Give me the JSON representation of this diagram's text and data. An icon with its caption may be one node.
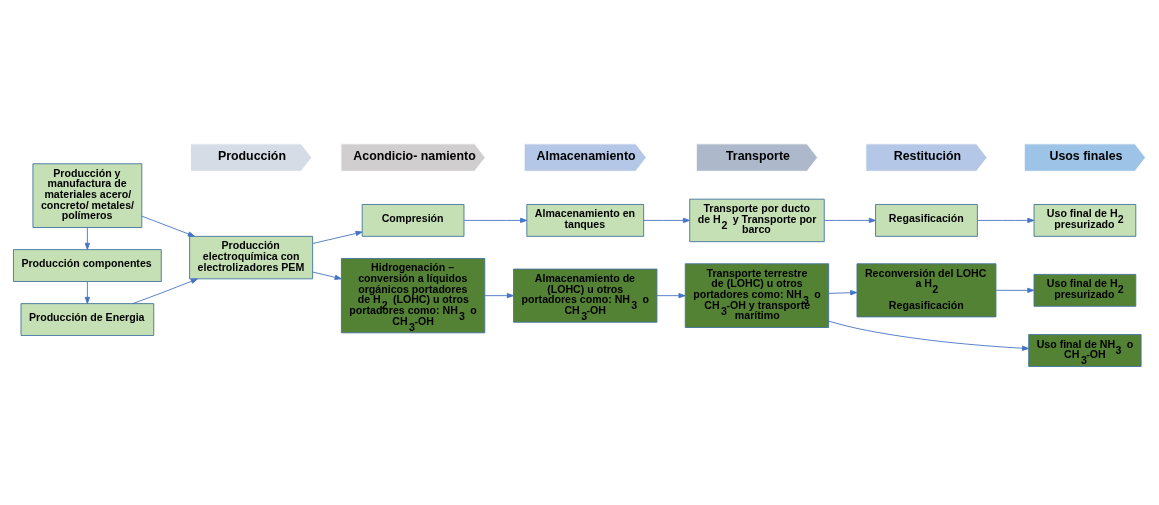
{
  "diagram": {
    "nodes": [
      {
        "text": [
          "Producción"
        ]
      },
      {
        "text": [
          "Acondicio- namiento"
        ]
      },
      {
        "text": [
          "Almacenamiento"
        ]
      },
      {
        "text": [
          "Transporte"
        ]
      },
      {
        "text": [
          "Restitución"
        ]
      },
      {
        "text": [
          "Usos finales"
        ]
      },
      {
        "text": [
          "Producción y manufactura de materiales acero/ concreto/ metales/ polímeros"
        ]
      },
      {
        "text": [
          "Producción componentes"
        ]
      },
      {
        "text": [
          "Producción de Energia"
        ]
      },
      {
        "text": [
          "Producción electroquímica con electrolizadores PEM"
        ]
      },
      {
        "text": [
          "Compresión"
        ]
      },
      {
        "text": [
          "Almacenamiento en tanques"
        ]
      },
      {
        "text": [
          "Transporte por ducto de H$_{2}$ y Transporte por barco"
        ]
      },
      {
        "text": [
          "Regasificación"
        ]
      },
      {
        "text": [
          "Uso final de H$_{2}$ presurizado"
        ]
      },
      {
        "text": [
          "Hidrogenación – conversión a líquidos orgánicos portadores de H$_{2}$ (LOHC) u otros portadores como: NH$_{3}$ o CH$_{3}$-OH"
        ]
      },
      {
        "text": [
          "Almacenamiento de (LOHC) u otros portadores como: NH$_{3}$ o CH$_{3}$-OH"
        ]
      },
      {
        "text": [
          "Transporte terrestre de (LOHC) u otros portadores como: NH$_{3}$ o CH$_{3}$-OH y transporte marítimo"
        ]
      },
      {
        "text": [
          "Reconversión del LOHC a H$_{2}$",
          "Regasificación"
        ]
      },
      {
        "text": [
          "Uso final de H$_{2}$ presurizado"
        ]
      },
      {
        "text": [
          "Uso final de NH$_{3}$ o CH$_{3}$-OH"
        ]
      }
    ],
    "edges": [
      {
        "from": 6,
        "to": 7,
        "arrow": "to"
      },
      {
        "from": 7,
        "to": 8,
        "arrow": "to"
      },
      {
        "from": 6,
        "to": 9,
        "arrow": "to"
      },
      {
        "from": 8,
        "to": 9,
        "arrow": "to"
      },
      {
        "from": 9,
        "to": 10,
        "arrow": "to"
      },
      {
        "from": 10,
        "to": 11,
        "arrow": "to"
      },
      {
        "from": 11,
        "to": 12,
        "arrow": "to"
      },
      {
        "from": 12,
        "to": 13,
        "arrow": "to"
      },
      {
        "from": 13,
        "to": 14,
        "arrow": "to"
      },
      {
        "from": 9,
        "to": 15,
        "arrow": "to"
      },
      {
        "from": 15,
        "to": 16,
        "arrow": "to"
      },
      {
        "from": 16,
        "to": 17,
        "arrow": "to"
      },
      {
        "from": 17,
        "to": 18,
        "arrow": "to"
      },
      {
        "from": 18,
        "to": 19,
        "arrow": "to"
      },
      {
        "from": 17,
        "to": 20,
        "arrow": "to"
      }
    ]
  }
}
